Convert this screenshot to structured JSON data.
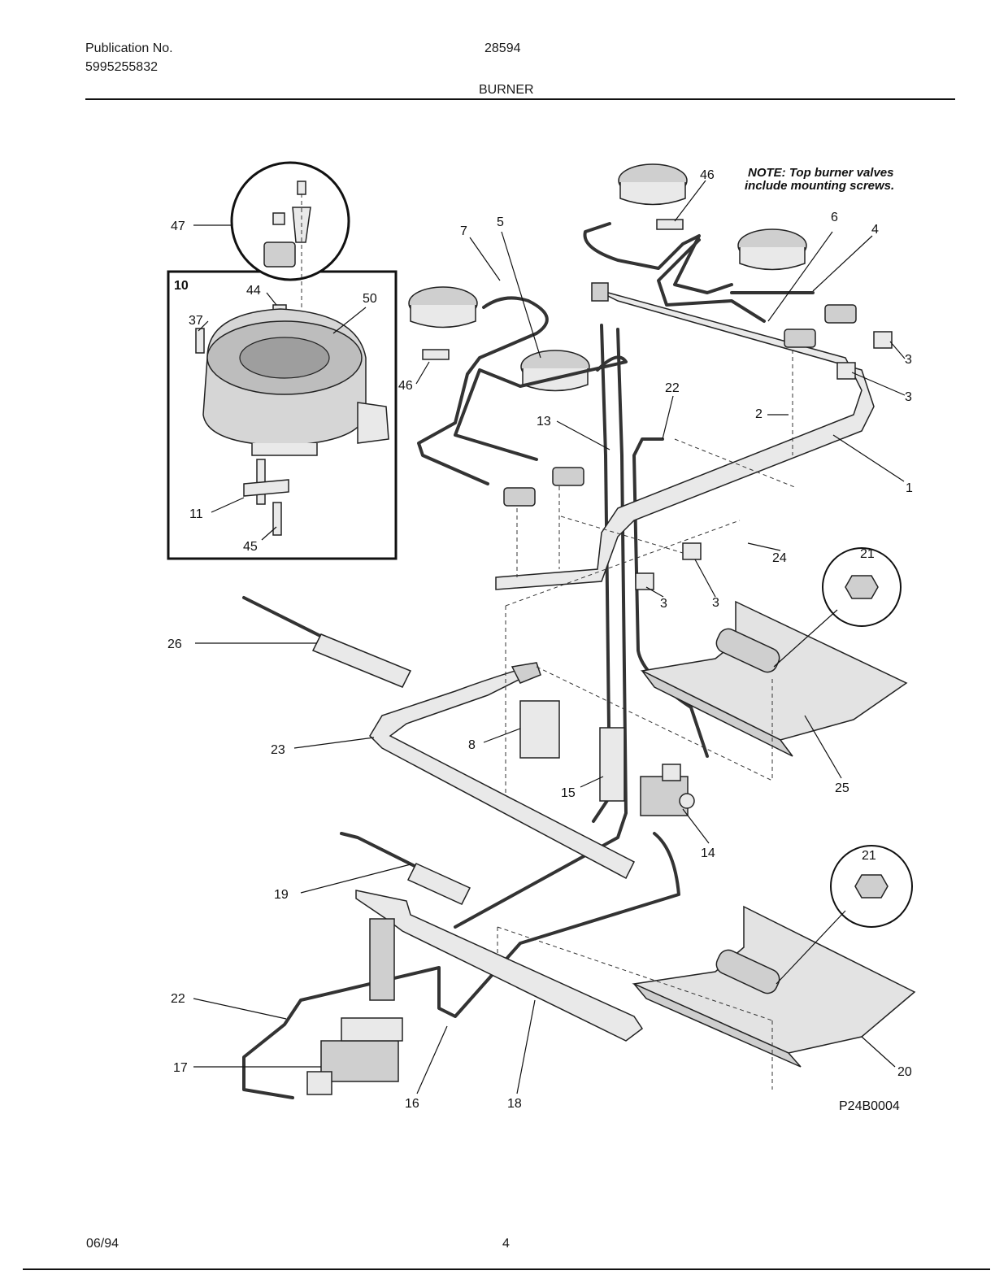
{
  "header": {
    "publication_label": "Publication No.",
    "publication_number": "5995255832",
    "model": "28594",
    "section": "BURNER"
  },
  "note": {
    "line1": "NOTE: Top burner valves",
    "line2": "include mounting screws."
  },
  "callouts": [
    "1",
    "2",
    "3",
    "3",
    "3",
    "3",
    "4",
    "5",
    "6",
    "7",
    "8",
    "10",
    "11",
    "13",
    "14",
    "15",
    "16",
    "17",
    "18",
    "19",
    "20",
    "21",
    "21",
    "22",
    "22",
    "23",
    "24",
    "25",
    "26",
    "37",
    "44",
    "45",
    "46",
    "46",
    "47",
    "50"
  ],
  "figure_id": "P24B0004",
  "footer": {
    "date": "06/94",
    "page": "4"
  }
}
